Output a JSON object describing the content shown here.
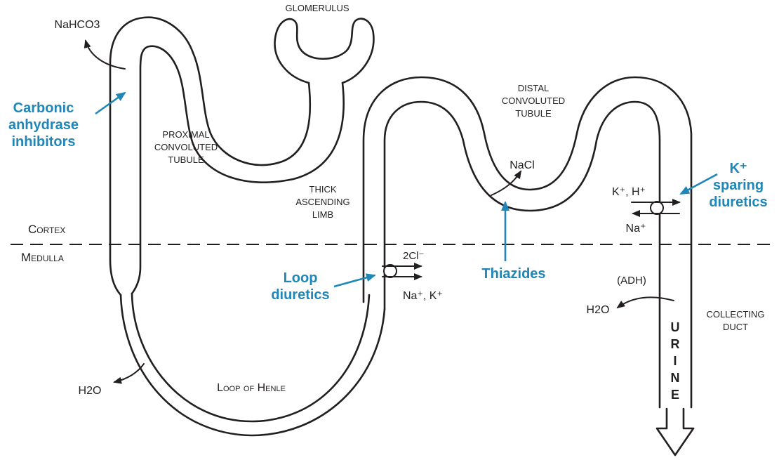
{
  "labels": {
    "glomerulus": "GLOMERULUS",
    "proximal": [
      "PROXIMAL",
      "CONVOLUTED",
      "TUBULE"
    ],
    "distal": [
      "DISTAL",
      "CONVOLUTED",
      "TUBULE"
    ],
    "thick": [
      "THICK",
      "ASCENDING",
      "LIMB"
    ],
    "collecting": [
      "COLLECTING",
      "DUCT"
    ],
    "cortex": "Cortex",
    "medulla": "Medulla",
    "loop_henle": "Loop of Henle",
    "urine": [
      "U",
      "R",
      "I",
      "N",
      "E"
    ],
    "adh": "(ADH)"
  },
  "chemistry": {
    "nahco3": "NaHCO3",
    "h2o": "H2O",
    "cl2": "2Cl⁻",
    "na_k": "Na⁺, K⁺",
    "nacl": "NaCl",
    "k_h": "K⁺, H⁺",
    "na": "Na⁺"
  },
  "drugs": {
    "carbonic": [
      "Carbonic",
      "anhydrase",
      "inhibitors"
    ],
    "loop": [
      "Loop",
      "diuretics"
    ],
    "thiazides": "Thiazides",
    "ksparing": [
      "K⁺",
      "sparing",
      "diuretics"
    ]
  },
  "colors": {
    "drug_label": "#1f86b8",
    "outline": "#231f20"
  }
}
